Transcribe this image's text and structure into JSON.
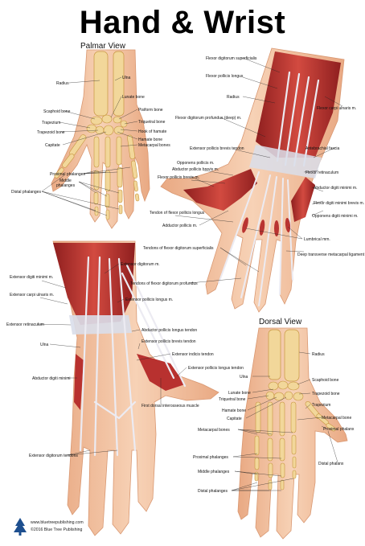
{
  "poster": {
    "title": "Hand & Wrist",
    "palmar_view_label": "Palmar View",
    "dorsal_view_label": "Dorsal View",
    "footer_url": "www.bluetreepublishing.com",
    "footer_copyright": "©2016 Blue Tree Publishing",
    "logo_icon": "tree-logo-icon"
  },
  "colors": {
    "skin": "#f4c8a6",
    "skin_outline": "#d99872",
    "bone": "#f2d79a",
    "bone_outline": "#c7963f",
    "muscle": "#c63a35",
    "muscle_dark": "#8f1f1f",
    "tendon": "#e8e6ef",
    "fascia": "#cfd6e6"
  },
  "labels": {
    "palmar_bones": [
      "Radius",
      "Ulna",
      "Lunate bone",
      "Scaphoid bone",
      "Pisiform bone",
      "Triquetral bone",
      "Trapezium",
      "Hook of hamate",
      "Trapezoid bone",
      "Hamate bone",
      "Capitate",
      "Metacarpal bones",
      "Proximal phalanges",
      "Middle phalanges",
      "Distal phalanges"
    ],
    "palmar_muscles": [
      "Flexor digitorum superficialis",
      "Flexor pollicis longus",
      "Radius",
      "Flexor carpi ulnaris m.",
      "Flexor digitorum profundus (deep) m.",
      "Extensor pollicis brevis tendon",
      "Antebrachial fascia",
      "Opponens pollicis m.",
      "Abductor pollicis brevis m.",
      "Flexor retinaculum",
      "Flexor pollicis brevis m.",
      "Abductor digiti minimi m.",
      "Flexor digiti minimi brevis m.",
      "Tendon of flexor pollicis longus",
      "Opponens digiti minimi m.",
      "Adductor pollicis m.",
      "Lumbrical mm.",
      "Tendons of flexor digitorum superficialis",
      "Deep transverse metacarpal ligament",
      "Tendons of flexor digitorum profundus"
    ],
    "dorsal_muscles": [
      "Extensor digitorum m.",
      "Extensor digiti minimi m.",
      "Extensor carpi ulnaris m.",
      "Extensor pollicis longus m.",
      "Extensor retinaculum",
      "Abductor pollicis longus tendon",
      "Ulna",
      "Extensor pollicis brevis tendon",
      "Extensor indicis tendon",
      "Extensor pollicis longus tendon",
      "Abductor digiti minimi",
      "First dorsal interosseous muscle",
      "Extensor digitorum tendons"
    ],
    "dorsal_bones": [
      "Radius",
      "Ulna",
      "Scaphoid bone",
      "Lunate bone",
      "Trapezoid bone",
      "Triquetral bone",
      "Trapezium",
      "Hamate bone",
      "Metacarpal bone",
      "Capitate",
      "Proximal phalanx",
      "Metacarpal bones",
      "Proximal phalanges",
      "Distal phalanx",
      "Middle phalanges",
      "Distal phalanges"
    ]
  }
}
